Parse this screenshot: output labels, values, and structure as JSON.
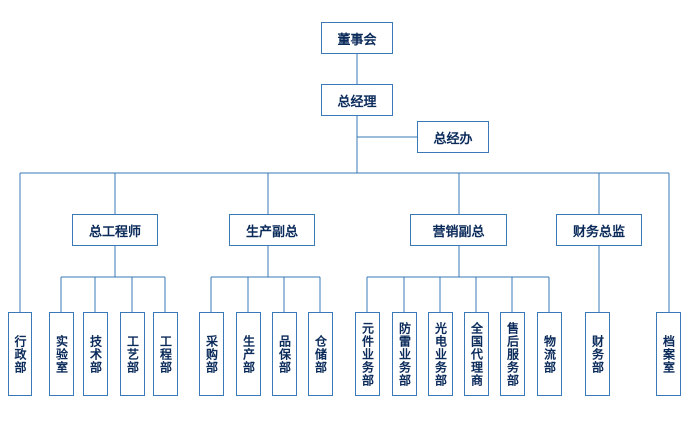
{
  "board": "董事会",
  "gm": "总经理",
  "gm_office": "总经办",
  "chief_engineer": {
    "label": "总工程师",
    "departments": [
      "实验室",
      "技术部",
      "工艺部",
      "工程部"
    ]
  },
  "vp_production": {
    "label": "生产副总",
    "departments": [
      "采购部",
      "生产部",
      "品保部",
      "仓储部"
    ]
  },
  "vp_sales": {
    "label": "营销副总",
    "departments": [
      "元件业务部",
      "防雷业务部",
      "光电业务部",
      "全国代理商",
      "售后服务部",
      "物流部"
    ]
  },
  "cfo": {
    "label": "财务总监",
    "departments": [
      "财务部"
    ]
  },
  "admin_dept": "行政部",
  "archive_dept": "档案室",
  "colors": {
    "line": "#3a79b8",
    "border": "#3a79b8",
    "text": "#0a2a5a"
  }
}
